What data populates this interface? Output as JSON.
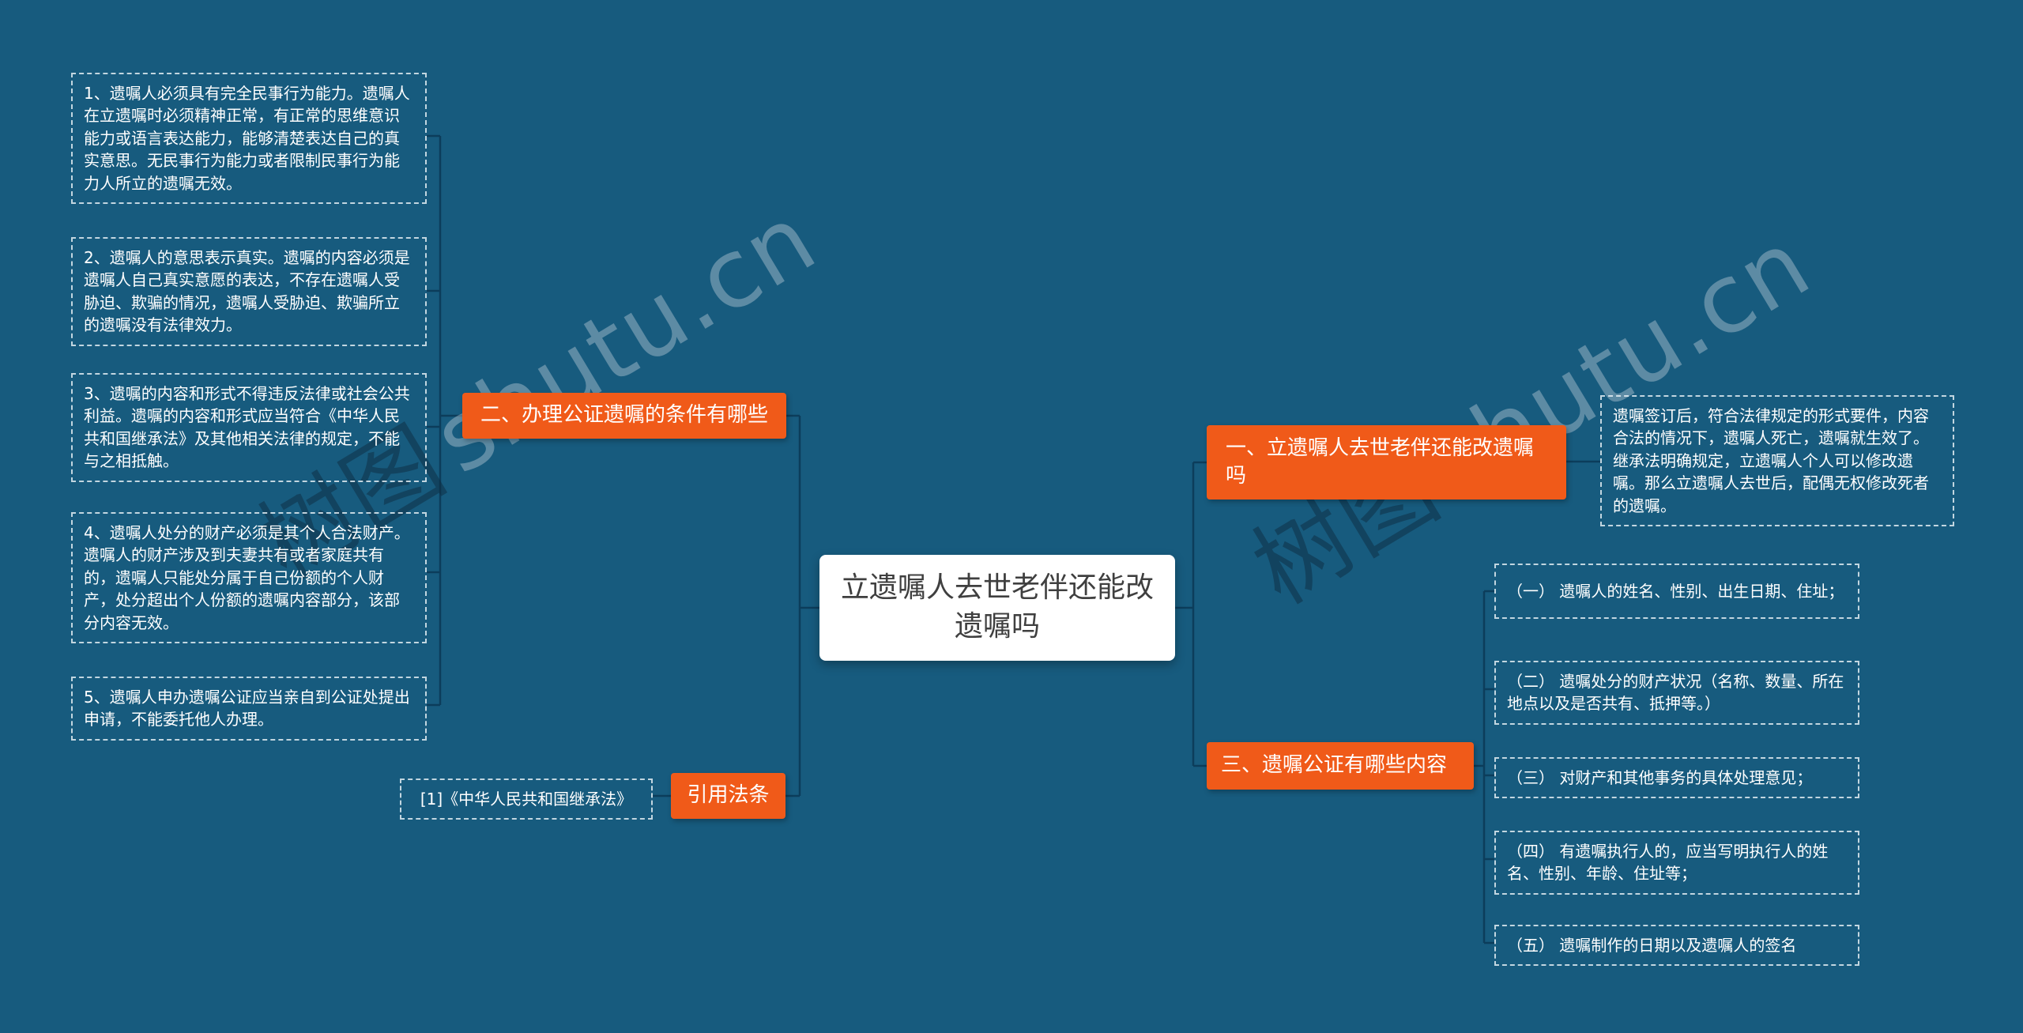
{
  "colors": {
    "background": "#175b7e",
    "branch_node": "#f05a19",
    "topic_background": "#ffffff",
    "topic_text": "#3f3f3f",
    "box_border": "#e8f1f6",
    "box_text": "#ffffff"
  },
  "watermark": {
    "cn": "树图",
    "latin": "shutu.cn"
  },
  "topic": {
    "title": "立遗嘱人去世老伴还能改遗嘱吗"
  },
  "branches": {
    "change": {
      "label": "一、立遗嘱人去世老伴还能改遗嘱吗",
      "items": [
        "遗嘱签订后，符合法律规定的形式要件，内容合法的情况下，遗嘱人死亡，遗嘱就生效了。继承法明确规定，立遗嘱人个人可以修改遗嘱。那么立遗嘱人去世后，配偶无权修改死者的遗嘱。"
      ]
    },
    "conditions": {
      "label": "二、办理公证遗嘱的条件有哪些",
      "items": [
        "1、遗嘱人必须具有完全民事行为能力。遗嘱人在立遗嘱时必须精神正常，有正常的思维意识能力或语言表达能力，能够清楚表达自己的真实意思。无民事行为能力或者限制民事行为能力人所立的遗嘱无效。",
        "2、遗嘱人的意思表示真实。遗嘱的内容必须是遗嘱人自己真实意愿的表达，不存在遗嘱人受胁迫、欺骗的情况，遗嘱人受胁迫、欺骗所立的遗嘱没有法律效力。",
        "3、遗嘱的内容和形式不得违反法律或社会公共利益。遗嘱的内容和形式应当符合《中华人民共和国继承法》及其他相关法律的规定，不能与之相抵触。",
        "4、遗嘱人处分的财产必须是其个人合法财产。遗嘱人的财产涉及到夫妻共有或者家庭共有的，遗嘱人只能处分属于自己份额的个人财产，处分超出个人份额的遗嘱内容部分，该部分内容无效。",
        "5、遗嘱人申办遗嘱公证应当亲自到公证处提出申请，不能委托他人办理。"
      ]
    },
    "contents": {
      "label": "三、遗嘱公证有哪些内容",
      "items": [
        "（一） 遗嘱人的姓名、性别、出生日期、住址；",
        "（二） 遗嘱处分的财产状况（名称、数量、所在地点以及是否共有、抵押等。）",
        "（三） 对财产和其他事务的具体处理意见；",
        "（四） 有遗嘱执行人的，应当写明执行人的姓名、性别、年龄、住址等；",
        "（五） 遗嘱制作的日期以及遗嘱人的签名"
      ]
    },
    "law": {
      "label": "引用法条",
      "items": [
        "[1]《中华人民共和国继承法》"
      ]
    }
  }
}
